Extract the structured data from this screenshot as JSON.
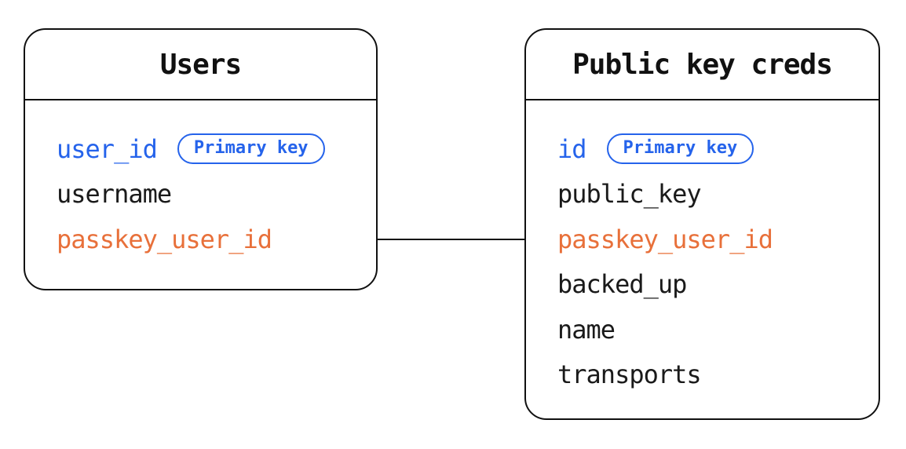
{
  "diagram": {
    "colors": {
      "accent_blue": "#2563eb",
      "accent_orange": "#e8703a",
      "stroke": "#111111",
      "background": "#ffffff"
    },
    "tables": [
      {
        "title": "Users",
        "fields": [
          {
            "name": "user_id",
            "color": "blue",
            "badge": "Primary key"
          },
          {
            "name": "username",
            "color": "default"
          },
          {
            "name": "passkey_user_id",
            "color": "orange"
          }
        ]
      },
      {
        "title": "Public key creds",
        "fields": [
          {
            "name": "id",
            "color": "blue",
            "badge": "Primary key"
          },
          {
            "name": "public_key",
            "color": "default"
          },
          {
            "name": "passkey_user_id",
            "color": "orange"
          },
          {
            "name": "backed_up",
            "color": "default"
          },
          {
            "name": "name",
            "color": "default"
          },
          {
            "name": "transports",
            "color": "default"
          }
        ]
      }
    ],
    "relationship": {
      "from": "Users.passkey_user_id",
      "to": "Public key creds.passkey_user_id"
    }
  }
}
